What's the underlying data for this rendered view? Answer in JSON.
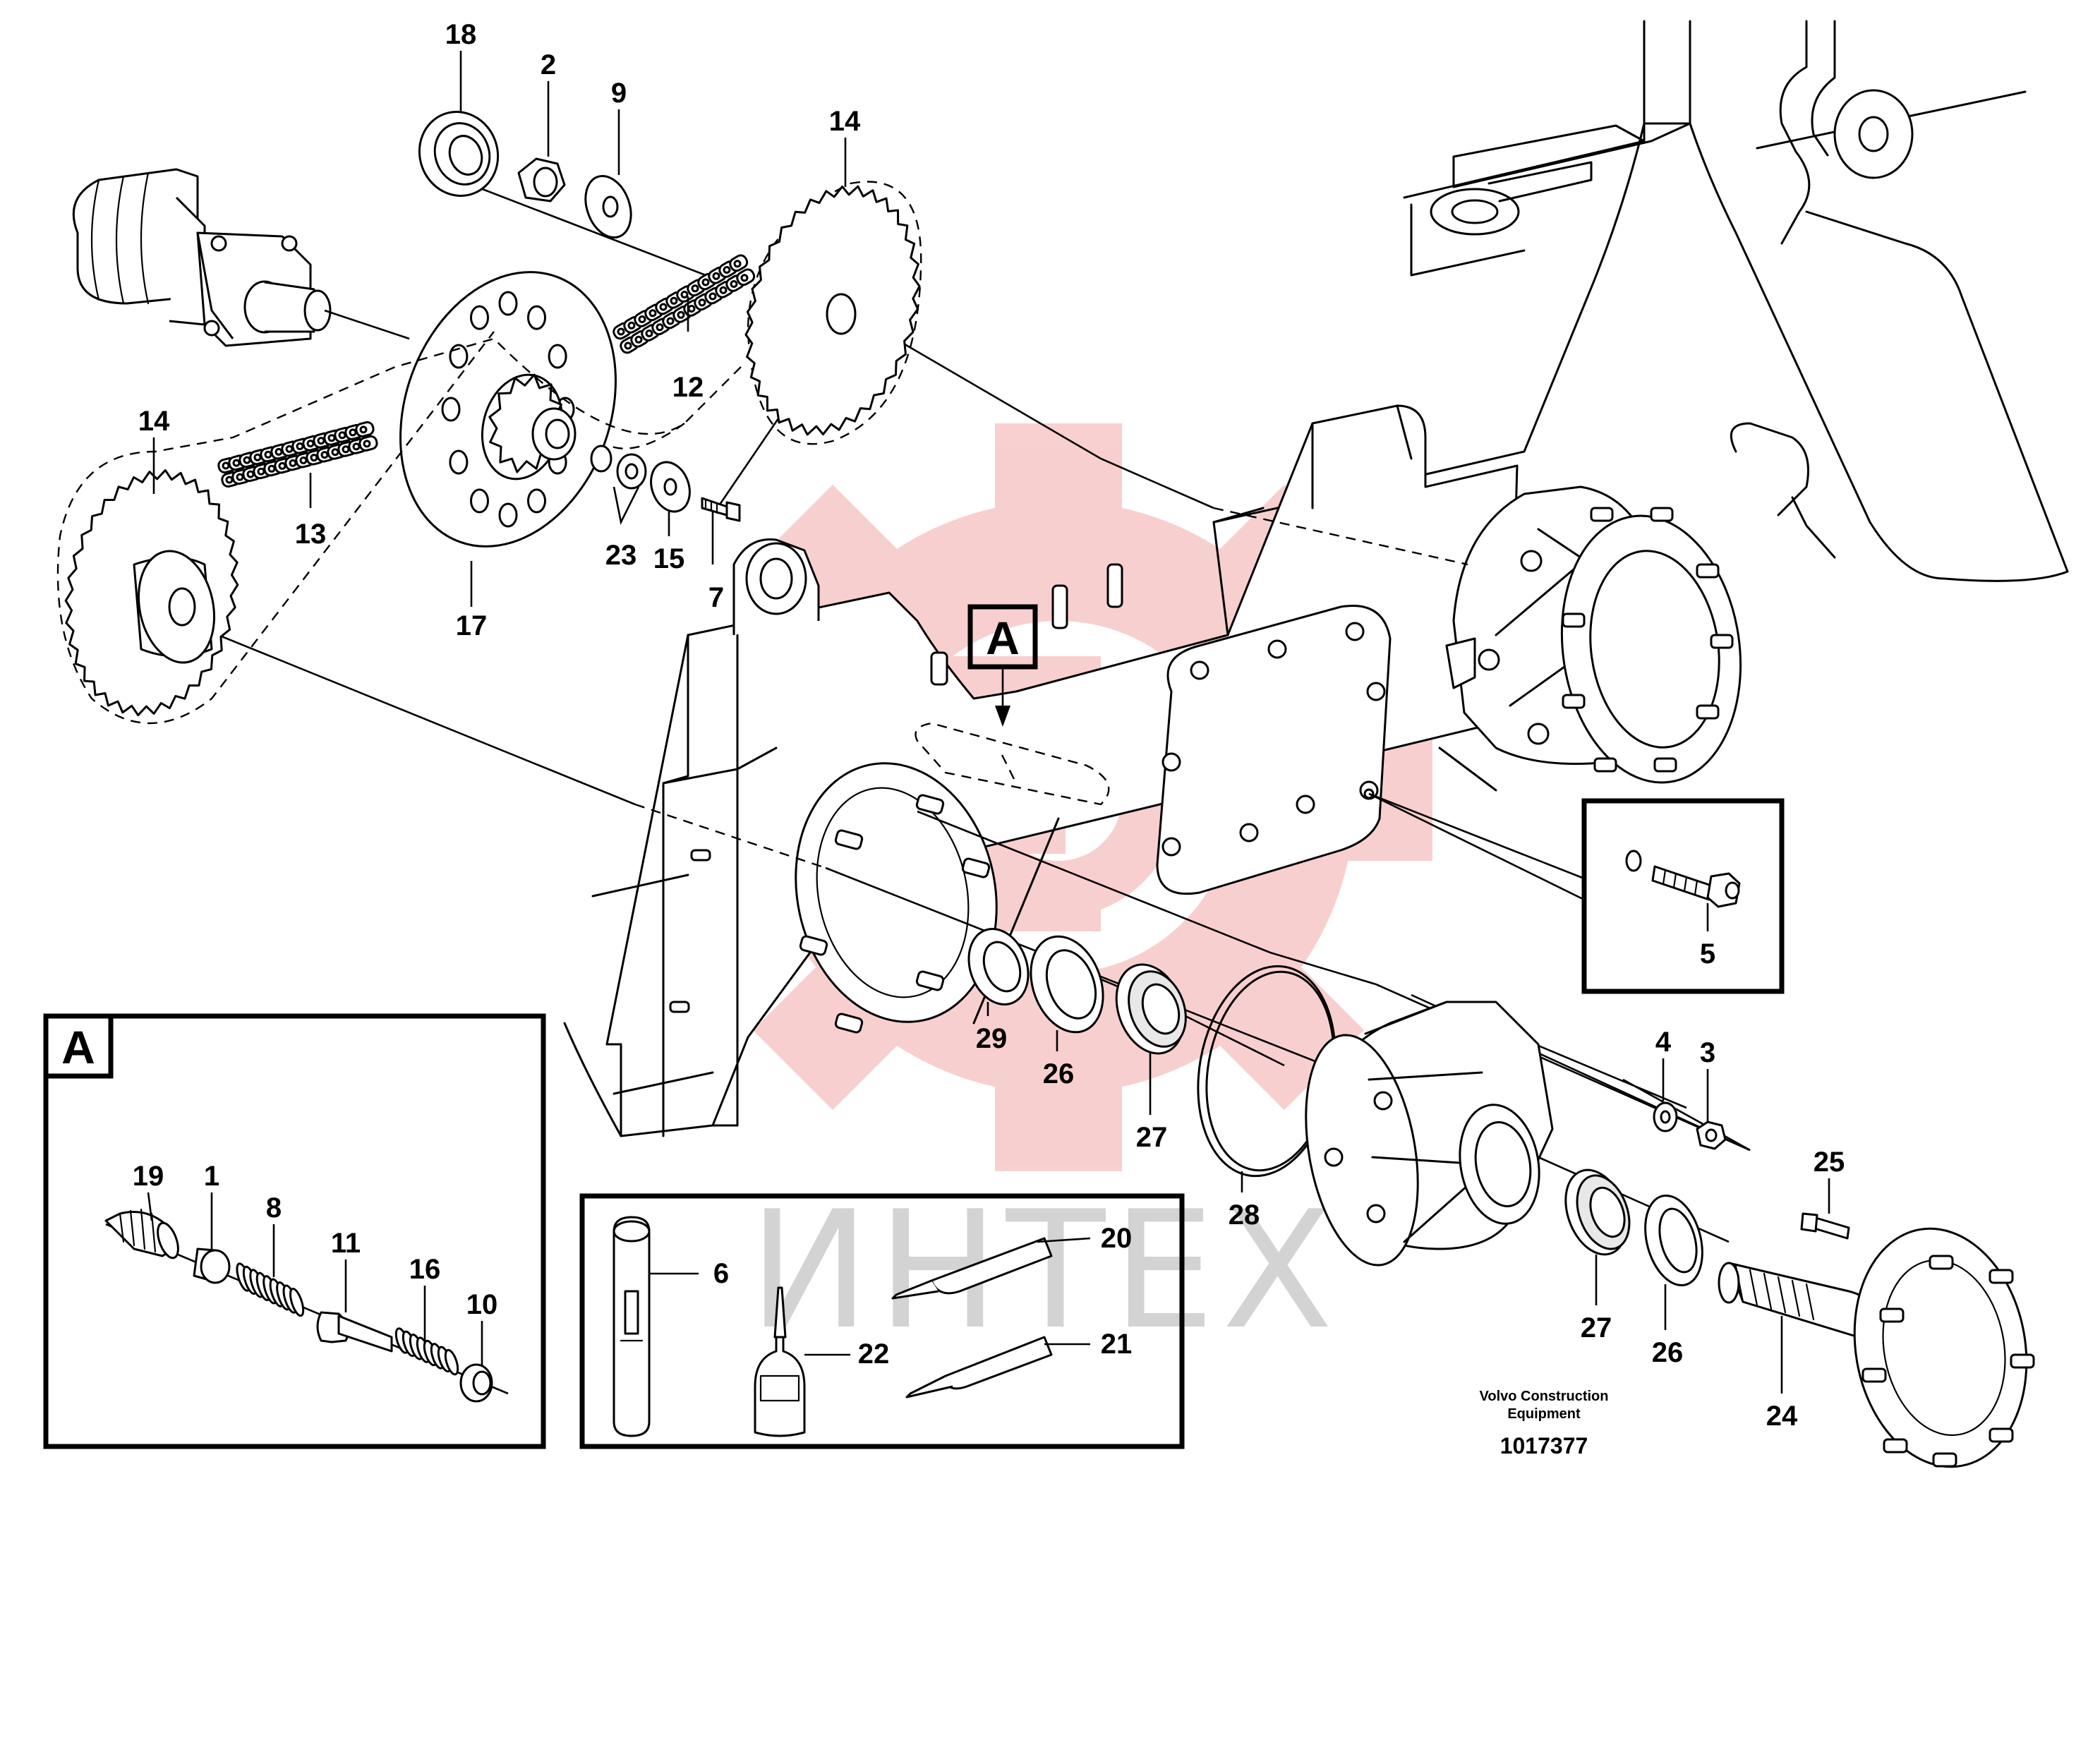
{
  "watermark": {
    "text": "ИНТЕХ",
    "color": "#f4a9a9"
  },
  "credit": {
    "line1": "Volvo Construction",
    "line2": "Equipment"
  },
  "drawing_number": "1017377",
  "detail_labels": {
    "callout": "A",
    "detail_box": "A"
  },
  "callouts": [
    {
      "id": "c18",
      "text": "18"
    },
    {
      "id": "c2",
      "text": "2"
    },
    {
      "id": "c9",
      "text": "9"
    },
    {
      "id": "c14a",
      "text": "14"
    },
    {
      "id": "c14b",
      "text": "14"
    },
    {
      "id": "c12",
      "text": "12"
    },
    {
      "id": "c13",
      "text": "13"
    },
    {
      "id": "c23",
      "text": "23"
    },
    {
      "id": "c15",
      "text": "15"
    },
    {
      "id": "c7",
      "text": "7"
    },
    {
      "id": "c17",
      "text": "17"
    },
    {
      "id": "c5",
      "text": "5"
    },
    {
      "id": "c4",
      "text": "4"
    },
    {
      "id": "c3",
      "text": "3"
    },
    {
      "id": "c29",
      "text": "29"
    },
    {
      "id": "c26a",
      "text": "26"
    },
    {
      "id": "c27a",
      "text": "27"
    },
    {
      "id": "c28",
      "text": "28"
    },
    {
      "id": "c25",
      "text": "25"
    },
    {
      "id": "c27b",
      "text": "27"
    },
    {
      "id": "c26b",
      "text": "26"
    },
    {
      "id": "c24",
      "text": "24"
    },
    {
      "id": "c19",
      "text": "19"
    },
    {
      "id": "c1",
      "text": "1"
    },
    {
      "id": "c8",
      "text": "8"
    },
    {
      "id": "c11",
      "text": "11"
    },
    {
      "id": "c16",
      "text": "16"
    },
    {
      "id": "c10",
      "text": "10"
    },
    {
      "id": "c6",
      "text": "6"
    },
    {
      "id": "c22",
      "text": "22"
    },
    {
      "id": "c20",
      "text": "20"
    },
    {
      "id": "c21",
      "text": "21"
    }
  ]
}
